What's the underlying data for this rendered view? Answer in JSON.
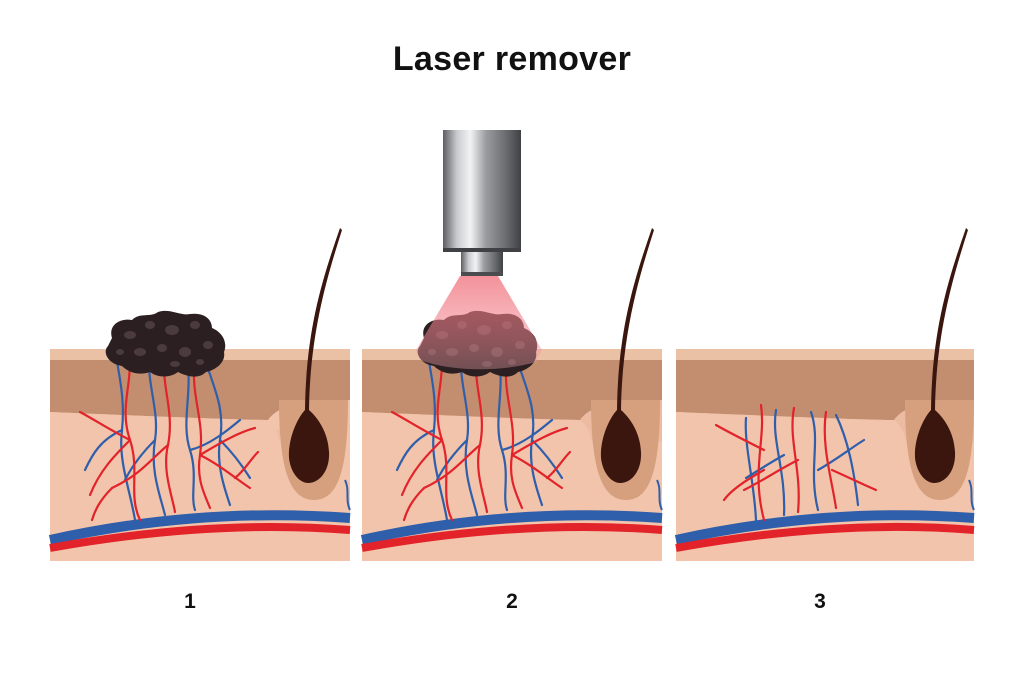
{
  "title": "Laser remover",
  "steps": [
    {
      "label": "1"
    },
    {
      "label": "2"
    },
    {
      "label": "3"
    }
  ],
  "colors": {
    "epidermis_top": "#EBC1A6",
    "epidermis": "#C28E6F",
    "dermis": "#F1C4AB",
    "dermis_deep": "#EDBBA2",
    "artery": "#E2232A",
    "vein": "#2F5EAB",
    "mole": "#2B1F22",
    "mole_spots": "#4B3B3F",
    "hair": "#3A160E",
    "follicle_sheath": "#D6A07F",
    "laser_beam": "#F06B77",
    "device_metal": "#8A8C90"
  }
}
